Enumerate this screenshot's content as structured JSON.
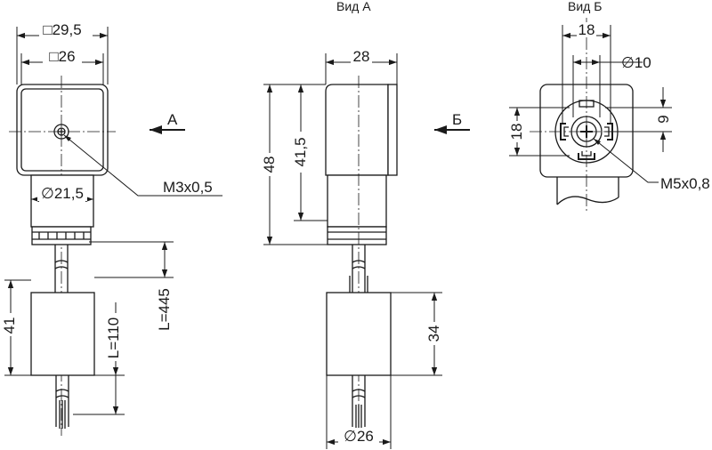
{
  "views": {
    "view_a_title": "Вид А",
    "view_b_title": "Вид Б",
    "arrow_a_label": "А",
    "arrow_b_label": "Б"
  },
  "front_view": {
    "dim_outer_square": "□29,5",
    "dim_inner_square": "□26",
    "dim_thread_diameter": "∅21,5",
    "screw_label": "M3x0,5",
    "dim_cable_length": "L=445",
    "dim_sensor_height": "41",
    "dim_lead_length": "L=110"
  },
  "view_a": {
    "dim_width": "28",
    "dim_total_height": "48",
    "dim_body_height": "41,5",
    "dim_sensor_height": "34",
    "dim_sensor_diameter": "∅26"
  },
  "view_b": {
    "dim_width": "18",
    "dim_inner_diameter": "∅10",
    "dim_height": "18",
    "dim_small": "9",
    "screw_label": "M5x0,8"
  }
}
